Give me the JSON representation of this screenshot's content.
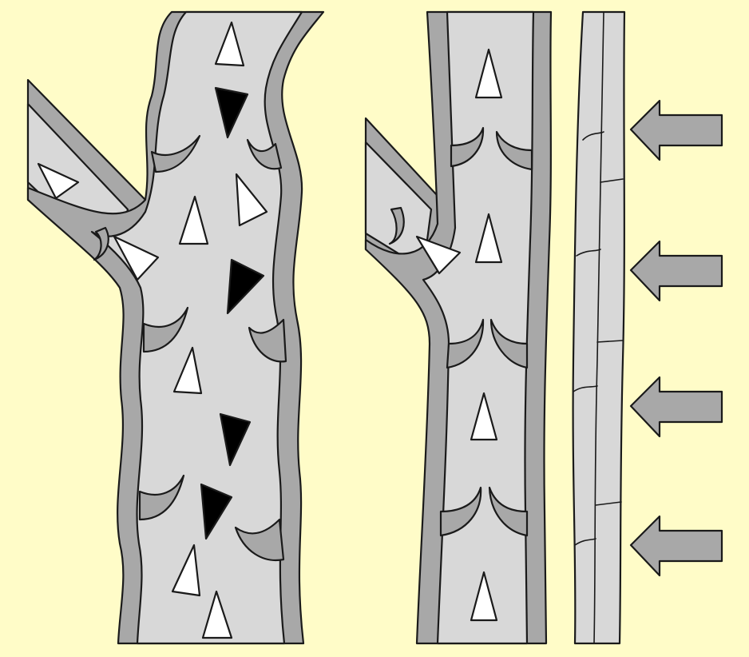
{
  "figure": {
    "panels": [
      {
        "id": "normal-vein",
        "flow_marker_count": 8,
        "reflux_marker_count": 4,
        "valve_count": 4
      },
      {
        "id": "compressed-vein",
        "flow_marker_count": 5,
        "valve_count": 4,
        "external_pressure_arrow_count": 4
      }
    ],
    "colors": {
      "background": "#fffcc8",
      "vein_lumen": "#d8d8d8",
      "vein_wall": "#a8a8a8",
      "outline": "#1a1a1a",
      "flow_marker": "#ffffff",
      "reflux_marker": "#000000",
      "pressure_arrow": "#a8a8a8"
    },
    "icons": {
      "flow_marker": "white-triangle-icon",
      "reflux_marker": "black-triangle-icon",
      "pressure_arrow": "left-arrow-icon"
    }
  }
}
